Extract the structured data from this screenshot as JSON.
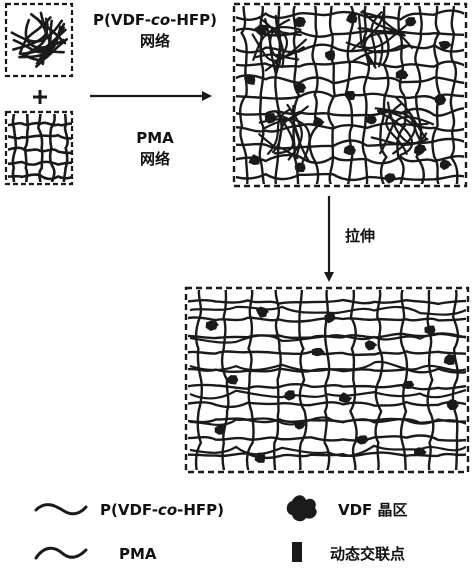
{
  "labels": {
    "pvdf_net_line1": "P(VDF-",
    "pvdf_net_co": "co",
    "pvdf_net_line1_tail": "-HFP)",
    "pvdf_net_line2": "网络",
    "pma_net_line1": "PMA",
    "pma_net_line2": "网络",
    "plus": "+",
    "stretch": "拉伸"
  },
  "legend": {
    "pvdf_prefix": "P(VDF-",
    "pvdf_co": "co",
    "pvdf_suffix": "-HFP)",
    "pma": "PMA",
    "vdf_crystal": "VDF 晶区",
    "dynamic_crosslink": "动态交联点"
  },
  "colors": {
    "ink": "#1a1a1a",
    "background": "#ffffff"
  }
}
